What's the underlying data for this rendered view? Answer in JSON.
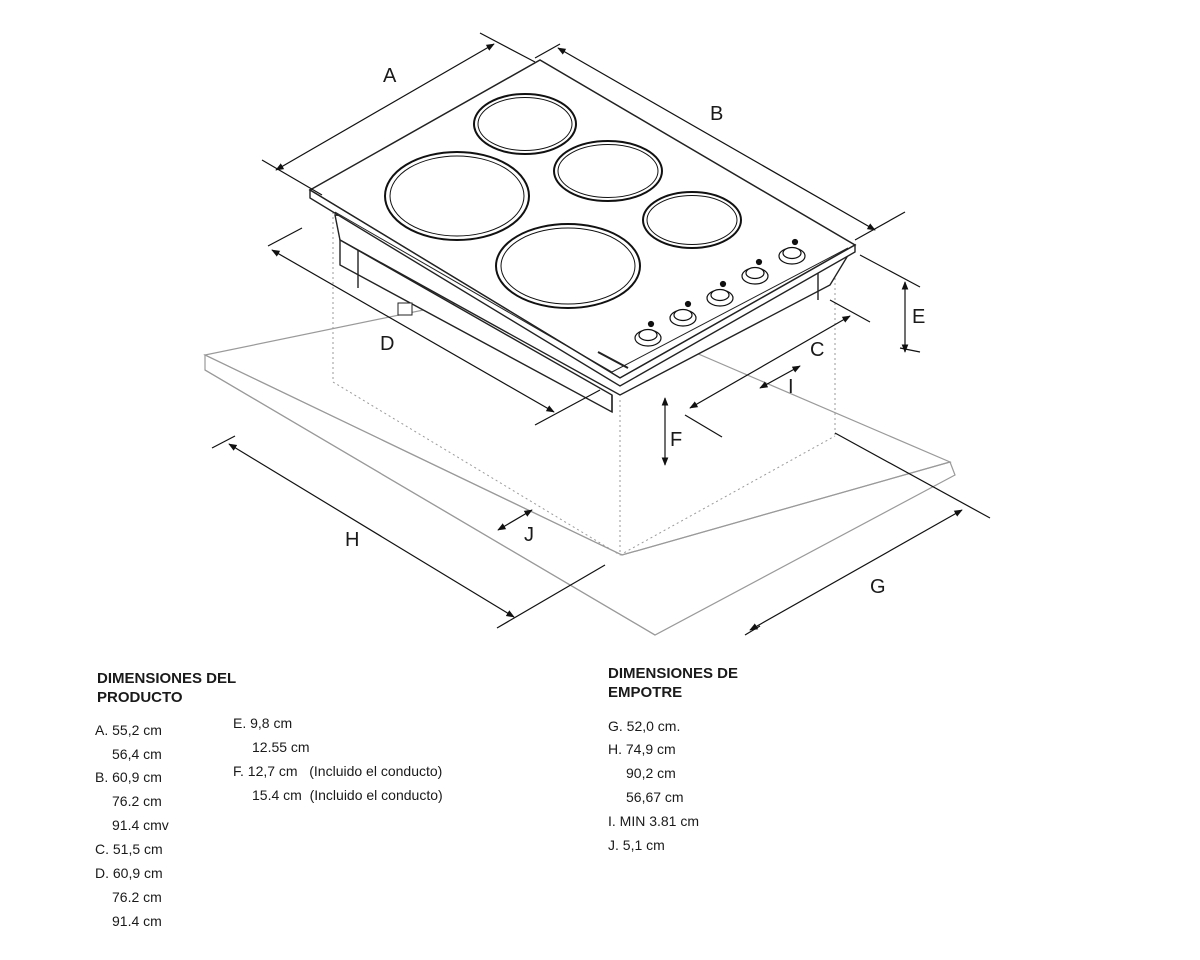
{
  "diagram": {
    "letters": [
      "A",
      "B",
      "C",
      "D",
      "E",
      "F",
      "G",
      "H",
      "I",
      "J"
    ]
  },
  "product": {
    "title_line1": "DIMENSIONES DEL",
    "title_line2": "PRODUCTO",
    "left_column": [
      "A. 55,2 cm",
      "56,4 cm",
      "B. 60,9 cm",
      "76.2 cm",
      "91.4 cmv",
      "C. 51,5 cm",
      "D.  60,9 cm",
      "76.2 cm",
      "91.4 cm"
    ],
    "right_column": [
      "E. 9,8 cm",
      "12.55 cm",
      "F. 12,7 cm   (Incluido el conducto)",
      "15.4 cm  (Incluido el conducto)"
    ]
  },
  "empotre": {
    "title_line1": "DIMENSIONES DE",
    "title_line2": "EMPOTRE",
    "items": [
      "G. 52,0 cm.",
      "H. 74,9 cm",
      "90,2 cm",
      "56,67 cm",
      "I. MIN 3.81 cm",
      "J. 5,1 cm"
    ]
  }
}
